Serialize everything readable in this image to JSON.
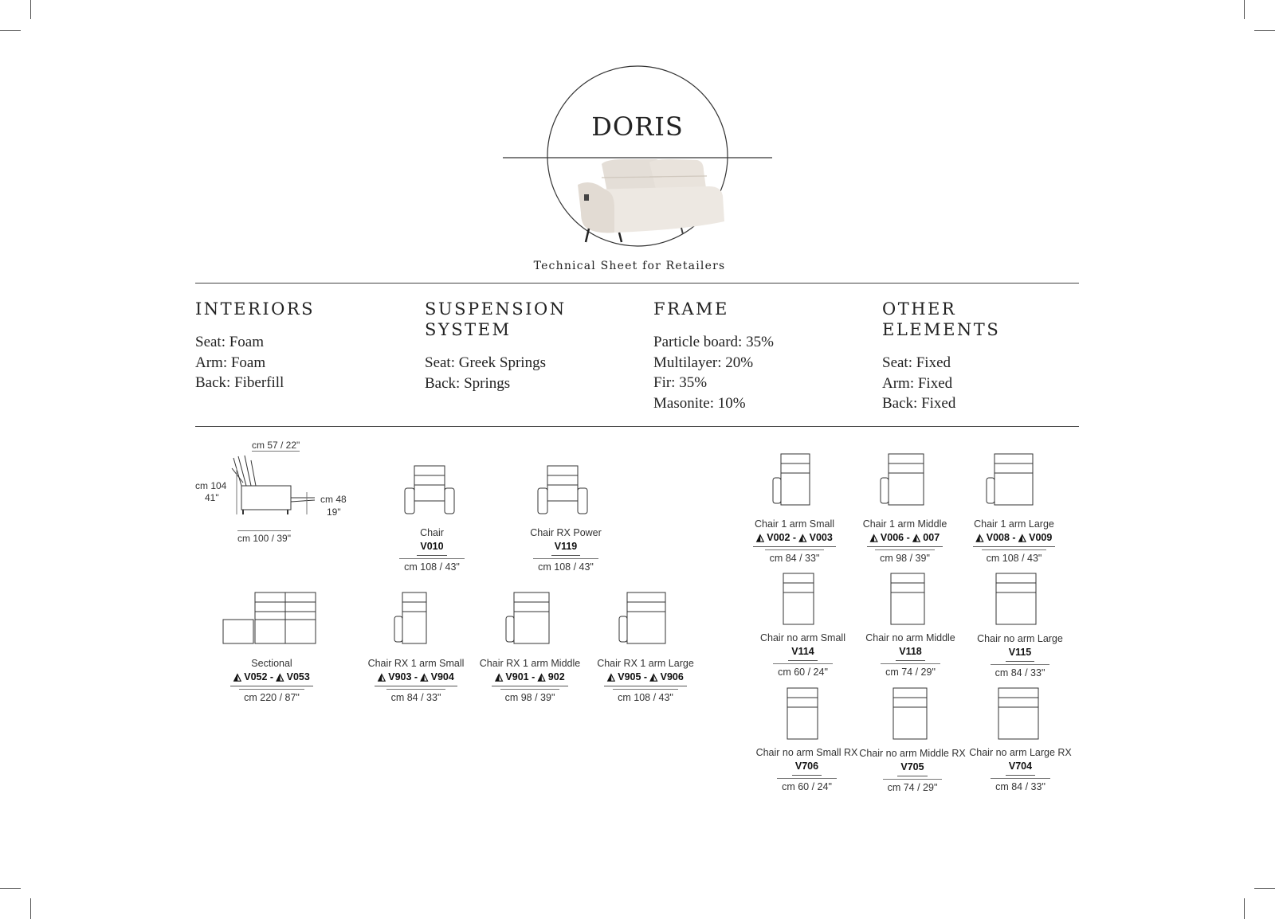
{
  "header": {
    "title": "DORIS",
    "subtitle": "Technical Sheet for Retailers"
  },
  "sections": {
    "interiors": {
      "heading": "INTERIORS",
      "lines": [
        "Seat: Foam",
        "Arm: Foam",
        "Back: Fiberfill"
      ]
    },
    "suspension": {
      "heading": "SUSPENSION SYSTEM",
      "lines": [
        "Seat: Greek Springs",
        "Back: Springs"
      ]
    },
    "frame": {
      "heading": "FRAME",
      "lines": [
        "Particle board: 35%",
        "Multilayer: 20%",
        "Fir: 35%",
        "Masonite: 10%"
      ]
    },
    "other": {
      "heading": "OTHER ELEMENTS",
      "lines": [
        "Seat: Fixed",
        "Arm: Fixed",
        "Back: Fixed"
      ]
    }
  },
  "profile": {
    "depth_open": "cm 57 / 22\"",
    "height_cm": "cm 104",
    "height_in": "41\"",
    "seat_cm": "cm 48",
    "seat_in": "19\"",
    "width": "cm 100 / 39\""
  },
  "items": {
    "chair": {
      "name": "Chair",
      "code": "V010",
      "dim": "cm 108 / 43\""
    },
    "chair_rx_power": {
      "name": "Chair RX Power",
      "code": "V119",
      "dim": "cm 108 / 43\""
    },
    "sectional": {
      "name": "Sectional",
      "code": "◭ V052 - ◭ V053",
      "dim": "cm 220 / 87\""
    },
    "chair_rx_1arm_small": {
      "name": "Chair RX 1 arm Small",
      "code": "◭ V903 - ◭ V904",
      "dim": "cm 84 / 33\""
    },
    "chair_rx_1arm_middle": {
      "name": "Chair RX 1 arm Middle",
      "code": "◭ V901 - ◭ 902",
      "dim": "cm 98 / 39\""
    },
    "chair_rx_1arm_large": {
      "name": "Chair RX 1 arm Large",
      "code": "◭ V905 - ◭ V906",
      "dim": "cm 108 / 43\""
    },
    "chair_1arm_small": {
      "name": "Chair 1 arm Small",
      "code": "◭ V002 - ◭ V003",
      "dim": "cm 84 / 33\""
    },
    "chair_1arm_middle": {
      "name": "Chair 1 arm Middle",
      "code": "◭ V006 - ◭ 007",
      "dim": "cm 98 / 39\""
    },
    "chair_1arm_large": {
      "name": "Chair 1 arm Large",
      "code": "◭ V008 - ◭ V009",
      "dim": "cm 108 / 43\""
    },
    "chair_noarm_small": {
      "name": "Chair no arm Small",
      "code": "V114",
      "dim": "cm 60 / 24\""
    },
    "chair_noarm_middle": {
      "name": "Chair no arm Middle",
      "code": "V118",
      "dim": "cm 74 / 29\""
    },
    "chair_noarm_large": {
      "name": "Chair no arm Large",
      "code": "V115",
      "dim": "cm 84 / 33\""
    },
    "chair_noarm_small_rx": {
      "name": "Chair no arm Small RX",
      "code": "V706",
      "dim": "cm 60 / 24\""
    },
    "chair_noarm_middle_rx": {
      "name": "Chair no arm Middle RX",
      "code": "V705",
      "dim": "cm 74 / 29\""
    },
    "chair_noarm_large_rx": {
      "name": "Chair no arm Large RX",
      "code": "V704",
      "dim": "cm 84 / 33\""
    }
  }
}
